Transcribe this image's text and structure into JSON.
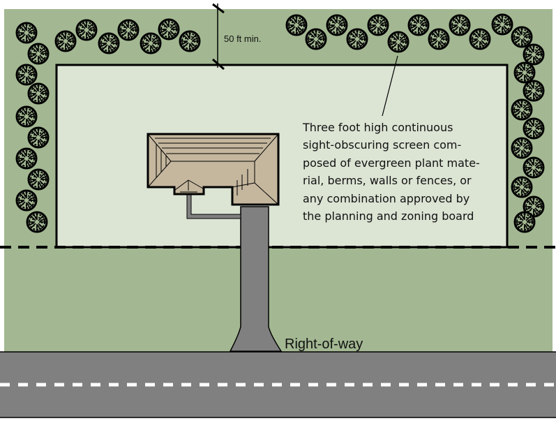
{
  "diagram": {
    "setback_label": "50 ft min.",
    "callout_lines": [
      "Three foot high continuous",
      "sight-obscuring screen com-",
      "posed of evergreen plant mate-",
      "rial, berms, walls or fences, or",
      "any combination approved by",
      "the planning and zoning board"
    ],
    "right_of_way_label": "Right-of-way",
    "colors": {
      "lawn": "#a3b892",
      "lot": "#dce4d4",
      "roof": "#c5b79e",
      "pavement": "#808080",
      "outline": "#000000",
      "lane_marking": "#ffffff"
    }
  }
}
